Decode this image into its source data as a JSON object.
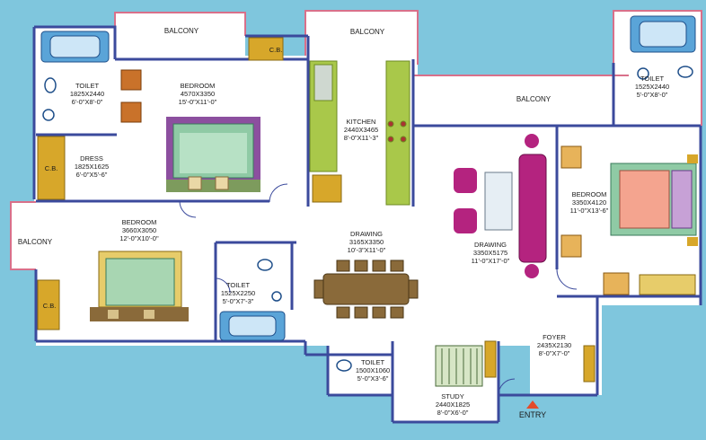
{
  "plan": {
    "colors": {
      "background": "#7fc6dd",
      "floor": "#ffffff",
      "wall": "#3b4a9c",
      "balcony_rail": "#d9708a",
      "cupboard": "#d7a72a",
      "kitchen_counter": "#a9c84a",
      "sofa": "#b4237f",
      "bed_green": "#8fcaa5",
      "bed_peach": "#f4a48f",
      "wood": "#8a6a3a",
      "blanket": "#8c4f9f",
      "tub": "#5aa4d8"
    },
    "rooms": [
      {
        "key": "balcony_top_left",
        "name": "BALCONY",
        "dims_mm": "",
        "dims_ft": ""
      },
      {
        "key": "balcony_top_mid",
        "name": "BALCONY",
        "dims_mm": "",
        "dims_ft": ""
      },
      {
        "key": "balcony_right",
        "name": "BALCONY",
        "dims_mm": "",
        "dims_ft": ""
      },
      {
        "key": "balcony_left",
        "name": "BALCONY",
        "dims_mm": "",
        "dims_ft": ""
      },
      {
        "key": "cb_top",
        "name": "C.B.",
        "dims_mm": "",
        "dims_ft": ""
      },
      {
        "key": "cb_dress",
        "name": "C.B.",
        "dims_mm": "",
        "dims_ft": ""
      },
      {
        "key": "cb_left",
        "name": "C.B.",
        "dims_mm": "",
        "dims_ft": ""
      },
      {
        "key": "toilet_top_left",
        "name": "TOILET",
        "dims_mm": "1825X2440",
        "dims_ft": "6'-0\"X8'-0\""
      },
      {
        "key": "bedroom_top",
        "name": "BEDROOM",
        "dims_mm": "4570X3350",
        "dims_ft": "15'-0\"X11'-0\""
      },
      {
        "key": "kitchen",
        "name": "KITCHEN",
        "dims_mm": "2440X3465",
        "dims_ft": "8'-0\"X11'-3\""
      },
      {
        "key": "toilet_top_right",
        "name": "TOILET",
        "dims_mm": "1525X2440",
        "dims_ft": "5'-0\"X8'-0\""
      },
      {
        "key": "dress",
        "name": "DRESS",
        "dims_mm": "1825X1625",
        "dims_ft": "6'-0\"X5'-6\""
      },
      {
        "key": "bedroom_left",
        "name": "BEDROOM",
        "dims_mm": "3660X3050",
        "dims_ft": "12'-0\"X10'-0\""
      },
      {
        "key": "drawing_dining",
        "name": "DRAWING",
        "dims_mm": "3165X3350",
        "dims_ft": "10'-3\"X11'-0\""
      },
      {
        "key": "drawing",
        "name": "DRAWING",
        "dims_mm": "3350X5175",
        "dims_ft": "11'-0\"X17'-0\""
      },
      {
        "key": "bedroom_right",
        "name": "BEDROOM",
        "dims_mm": "3350X4120",
        "dims_ft": "11'-0\"X13'-6\""
      },
      {
        "key": "toilet_mid",
        "name": "TOILET",
        "dims_mm": "1525X2250",
        "dims_ft": "5'-0\"X7'-3\""
      },
      {
        "key": "foyer",
        "name": "FOYER",
        "dims_mm": "2435X2130",
        "dims_ft": "8'-0\"X7'-0\""
      },
      {
        "key": "toilet_bottom",
        "name": "TOILET",
        "dims_mm": "1500X1060",
        "dims_ft": "5'-0\"X3'-6\""
      },
      {
        "key": "study",
        "name": "STUDY",
        "dims_mm": "2440X1825",
        "dims_ft": "8'-0\"X6'-0\""
      }
    ],
    "entry_label": "ENTRY"
  }
}
